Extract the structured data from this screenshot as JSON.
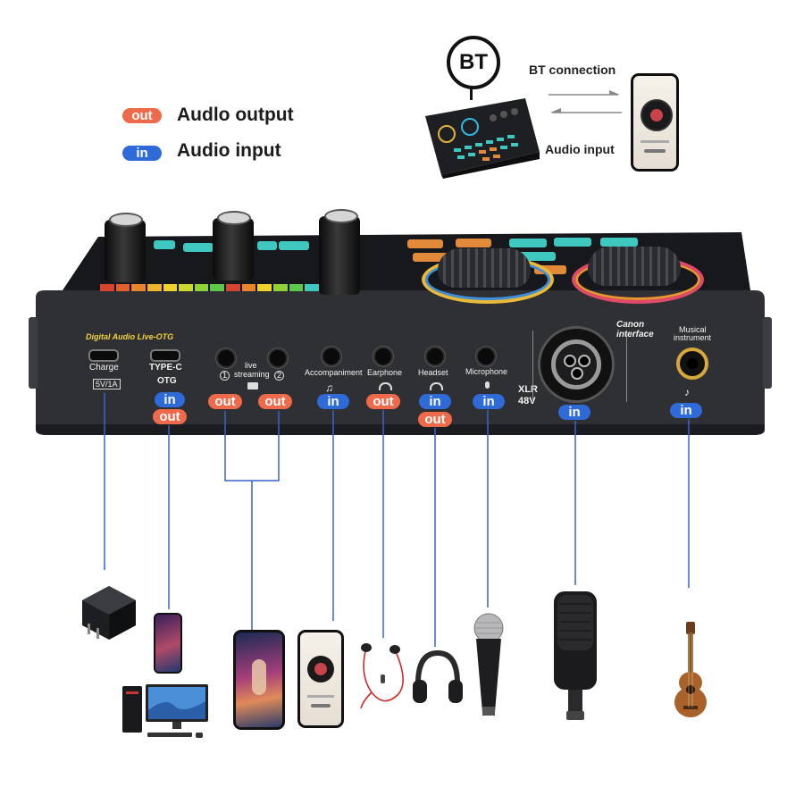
{
  "legend": {
    "out_badge": "out",
    "out_text": "Audlo output",
    "in_badge": "in",
    "in_text": "Audio input"
  },
  "bt": {
    "bubble": "BT",
    "connection": "BT connection",
    "audio_input": "Audio input"
  },
  "panel": {
    "otg_title": "Digital Audio Live-OTG",
    "charge": "Charge",
    "charge_rating": "5V/1A",
    "typec": "TYPE-C",
    "otg": "OTG",
    "live": "live",
    "streaming": "streaming",
    "num1": "1",
    "num2": "2",
    "accompaniment": "Accompaniment",
    "earphone": "Earphone",
    "headset": "Headset",
    "microphone": "Microphone",
    "xlr": "XLR",
    "xlr_v": "48V",
    "canon1": "Canon",
    "canon2": "interface",
    "musical1": "Musical",
    "musical2": "instrument"
  },
  "badges": {
    "otg_in": "in",
    "otg_out": "out",
    "live1_out": "out",
    "live2_out": "out",
    "accomp_in": "in",
    "earphone_out": "out",
    "headset_in": "in",
    "headset_out": "out",
    "mic_in": "in",
    "xlr_in": "in",
    "instrument_in": "in"
  },
  "devices": [
    "charger-icon",
    "phone-icon",
    "computer-icon",
    "streaming-phone-icon",
    "music-phone-icon",
    "earphones-icon",
    "headphones-icon",
    "dynamic-mic-icon",
    "condenser-mic-icon",
    "ukulele-icon"
  ],
  "colors": {
    "in": "#2f6bd8",
    "out": "#ef6a4a",
    "line": "#3a62c9",
    "panel": "#2d2f33"
  }
}
